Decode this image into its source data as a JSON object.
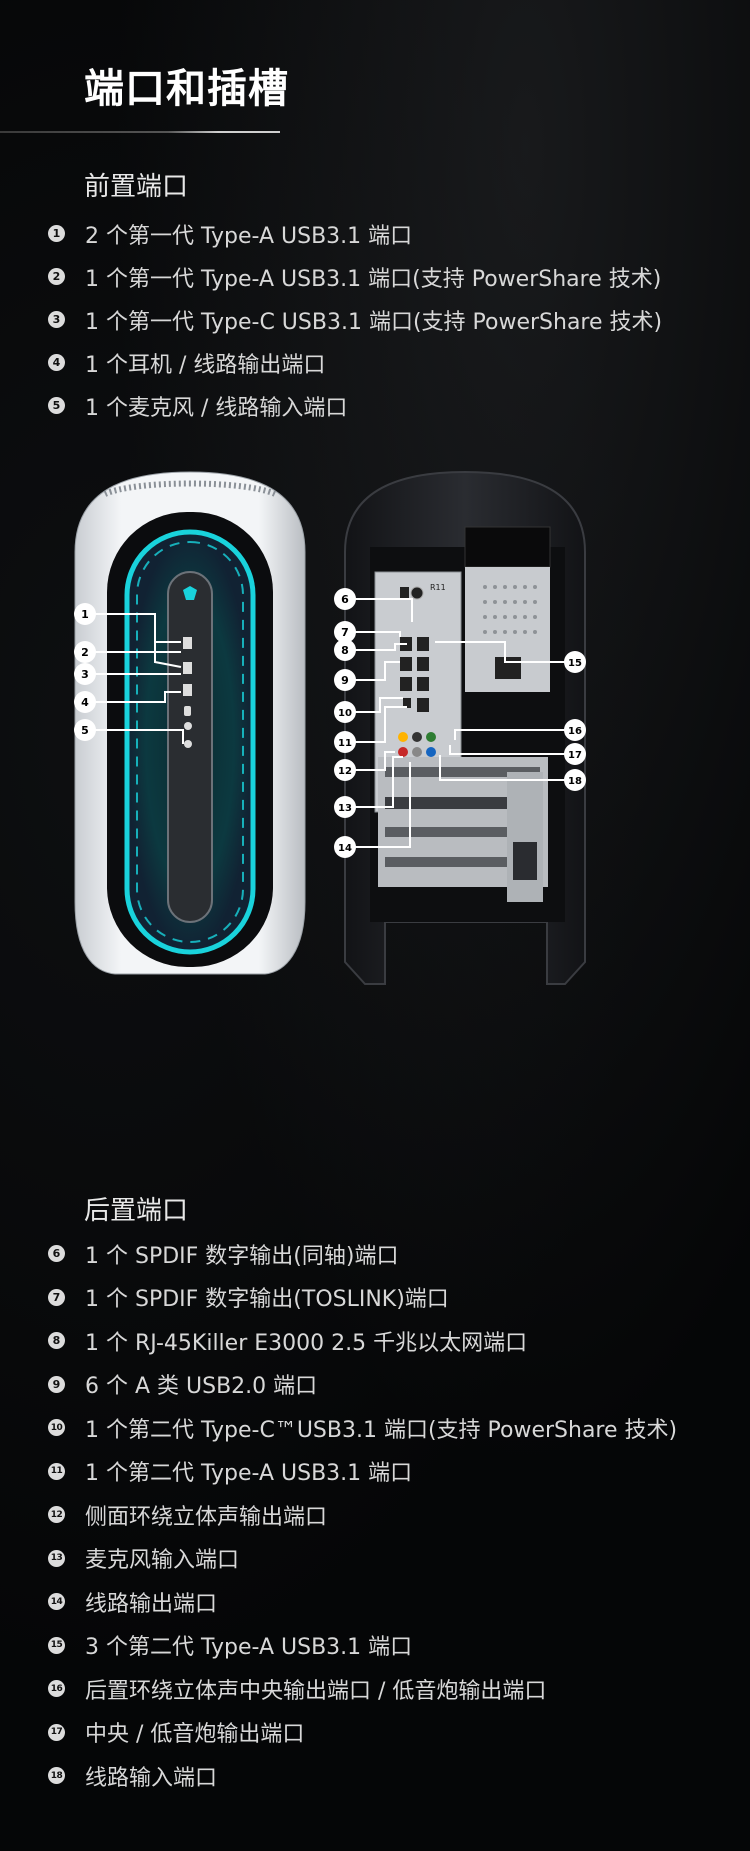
{
  "title": "端口和插槽",
  "front": {
    "heading": "前置端口",
    "items": [
      {
        "n": "1",
        "text": "2 个第一代 Type-A USB3.1 端口"
      },
      {
        "n": "2",
        "text": "1 个第一代 Type-A USB3.1 端口(支持 PowerShare 技术)"
      },
      {
        "n": "3",
        "text": "1 个第一代 Type-C USB3.1 端口(支持 PowerShare 技术)"
      },
      {
        "n": "4",
        "text": "1 个耳机 / 线路输出端口"
      },
      {
        "n": "5",
        "text": "1 个麦克风 / 线路输入端口"
      }
    ]
  },
  "rear": {
    "heading": "后置端口",
    "items": [
      {
        "n": "6",
        "text": "1 个 SPDIF 数字输出(同轴)端口"
      },
      {
        "n": "7",
        "text": "1 个 SPDIF 数字输出(TOSLINK)端口"
      },
      {
        "n": "8",
        "text": "1 个 RJ-45Killer E3000 2.5 千兆以太网端口"
      },
      {
        "n": "9",
        "text": "6 个 A 类 USB2.0 端口"
      },
      {
        "n": "10",
        "text": "1 个第二代 Type-C™USB3.1 端口(支持 PowerShare 技术)"
      },
      {
        "n": "11",
        "text": "1 个第二代 Type-A USB3.1 端口"
      },
      {
        "n": "12",
        "text": "侧面环绕立体声输出端口"
      },
      {
        "n": "13",
        "text": "麦克风输入端口"
      },
      {
        "n": "14",
        "text": "线路输出端口"
      },
      {
        "n": "15",
        "text": "3 个第二代 Type-A USB3.1 端口"
      },
      {
        "n": "16",
        "text": "后置环绕立体声中央输出端口 / 低音炮输出端口"
      },
      {
        "n": "17",
        "text": "中央 / 低音炮输出端口"
      },
      {
        "n": "18",
        "text": "线路输入端口"
      }
    ]
  },
  "callouts": [
    "1",
    "2",
    "3",
    "4",
    "5",
    "6",
    "7",
    "8",
    "9",
    "10",
    "11",
    "12",
    "13",
    "14",
    "15",
    "16",
    "17",
    "18"
  ],
  "psu_label": "R11",
  "colors": {
    "accent_cyan": "#19d3dc",
    "case_white": "#eef0f2",
    "case_dark": "#1c1d20",
    "callout_line": "#ffffff"
  }
}
